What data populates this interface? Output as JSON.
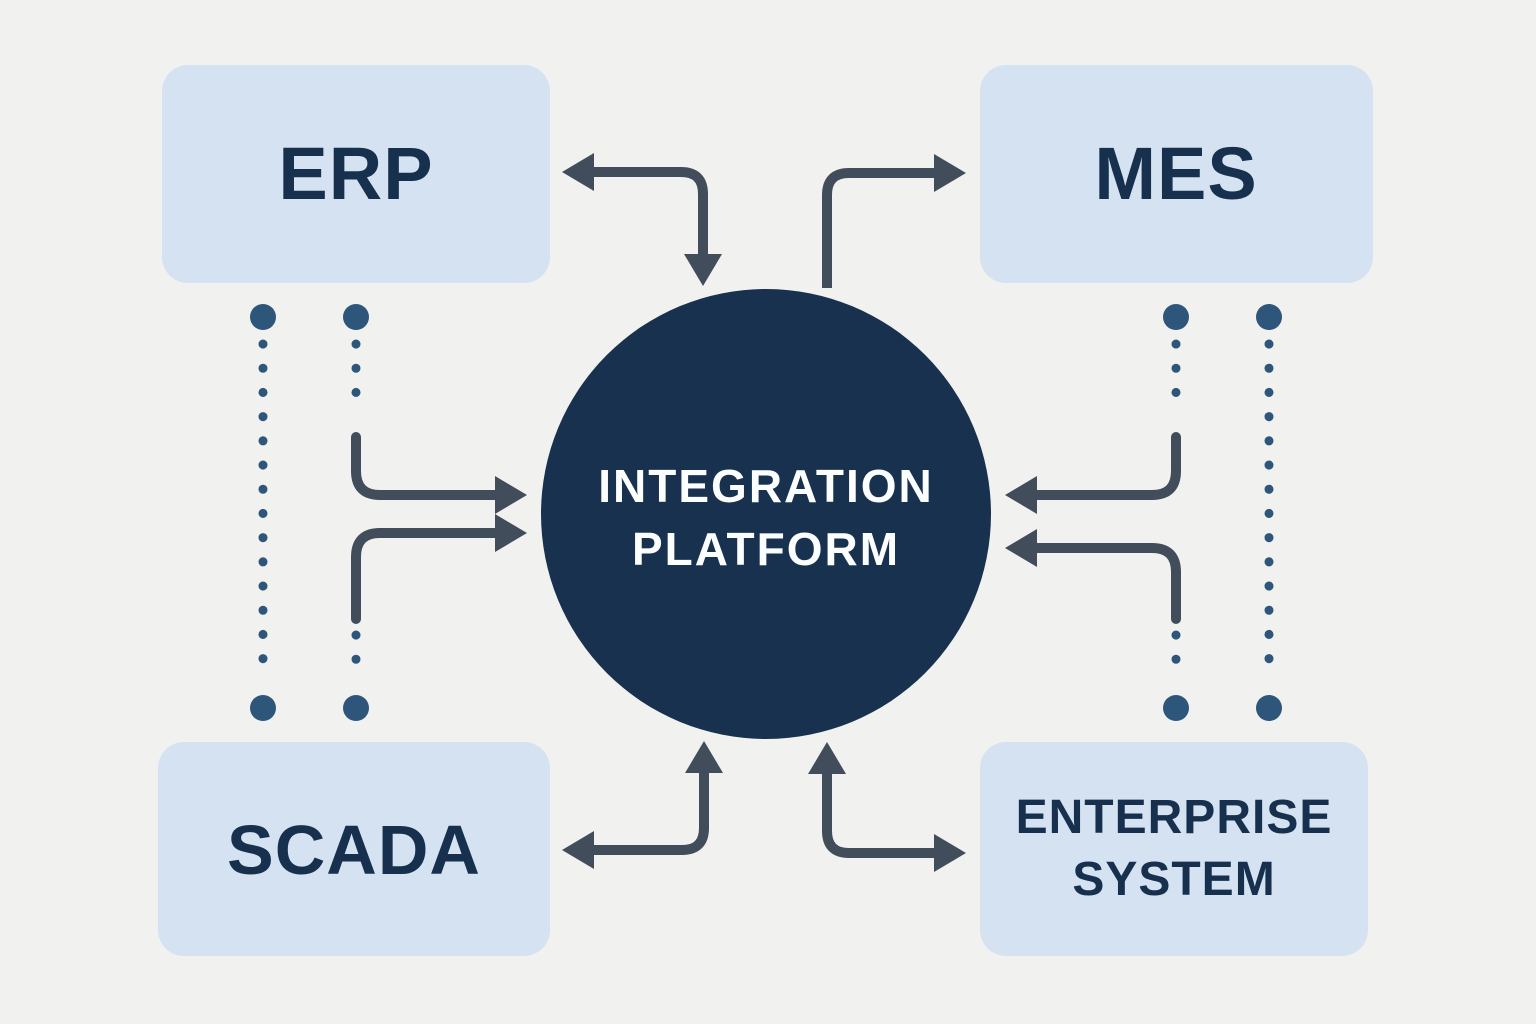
{
  "nodes": {
    "erp": {
      "label": "ERP"
    },
    "mes": {
      "label": "MES"
    },
    "scada": {
      "label": "SCADA"
    },
    "enterprise_system": {
      "line1": "ENTERPRISE",
      "line2": "SYSTEM"
    },
    "hub": {
      "line1": "INTEGRATION",
      "line2": "PLATFORM"
    }
  },
  "colors": {
    "background": "#f1f1ef",
    "node_fill": "#d5e2f2",
    "node_text": "#16304d",
    "hub_fill": "#17314f",
    "hub_text": "#fcfdfe",
    "arrow": "#424d5b",
    "dot": "#2e567b"
  }
}
